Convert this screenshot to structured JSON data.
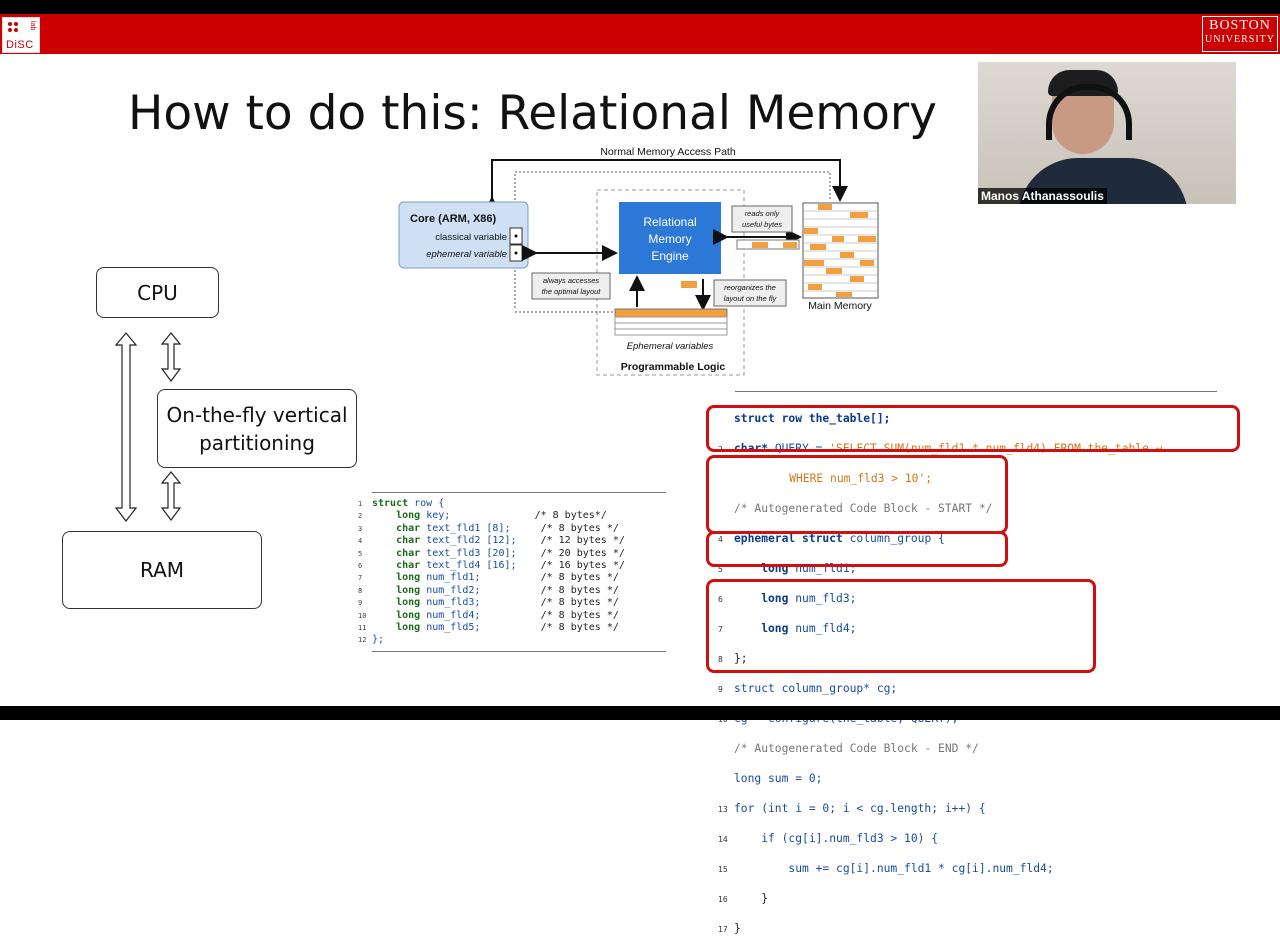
{
  "header": {
    "lab_logo_text": "DiSC",
    "lab_logo_side": "lab",
    "university_line1": "BOSTON",
    "university_line2": "UNIVERSITY"
  },
  "slide": {
    "title": "How to do this: Relational Memory"
  },
  "video": {
    "speaker_name": "Manos Athanassoulis"
  },
  "left_diagram": {
    "cpu_label": "CPU",
    "partition_label_line1": "On-the-fly vertical",
    "partition_label_line2": "partitioning",
    "ram_label": "RAM"
  },
  "arch_diagram": {
    "top_label": "Normal Memory Access Path",
    "core_title": "Core (ARM, X86)",
    "classical_var": "classical variable",
    "ephemeral_var": "ephemeral variable",
    "engine_label_1": "Relational",
    "engine_label_2": "Memory",
    "engine_label_3": "Engine",
    "reads_only_1": "reads only",
    "reads_only_2": "useful bytes",
    "always_accesses_1": "always accesses",
    "always_accesses_2": "the optimal layout",
    "reorganizes_1": "reorganizes the",
    "reorganizes_2": "layout on the fly",
    "ephemeral_variables": "Ephemeral variables",
    "programmable_logic": "Programmable Logic",
    "main_memory": "Main Memory"
  },
  "struct_code": {
    "lines": [
      {
        "n": "1",
        "kw": "struct",
        "rest": " row {",
        "cm": ""
      },
      {
        "n": "2",
        "kw": "    long",
        "rest": " key;",
        "cm": "              /* 8 bytes*/"
      },
      {
        "n": "3",
        "kw": "    char",
        "rest": " text_fld1 [8];",
        "cm": "     /* 8 bytes */"
      },
      {
        "n": "4",
        "kw": "    char",
        "rest": " text_fld2 [12];",
        "cm": "    /* 12 bytes */"
      },
      {
        "n": "5",
        "kw": "    char",
        "rest": " text_fld3 [20];",
        "cm": "    /* 20 bytes */"
      },
      {
        "n": "6",
        "kw": "    char",
        "rest": " text_fld4 [16];",
        "cm": "    /* 16 bytes */"
      },
      {
        "n": "7",
        "kw": "    long",
        "rest": " num_fld1;",
        "cm": "          /* 8 bytes */"
      },
      {
        "n": "8",
        "kw": "    long",
        "rest": " num_fld2;",
        "cm": "          /* 8 bytes */"
      },
      {
        "n": "9",
        "kw": "    long",
        "rest": " num_fld3;",
        "cm": "          /* 8 bytes */"
      },
      {
        "n": "10",
        "kw": "    long",
        "rest": " num_fld4;",
        "cm": "          /* 8 bytes */"
      },
      {
        "n": "11",
        "kw": "    long",
        "rest": " num_fld5;",
        "cm": "          /* 8 bytes */"
      },
      {
        "n": "12",
        "kw": "",
        "rest": "};",
        "cm": ""
      }
    ]
  },
  "query_code": {
    "l1": "struct row the_table[];",
    "l2_kw": "char*",
    "l2_a": " QUERY = ",
    "l2_str": "'SELECT SUM(num_fld1 * num_fld4) FROM the_table ↩",
    "l2b_str": "    WHERE num_fld3 > 10';",
    "l3": "/* Autogenerated Code Block - START */",
    "l4_kw": "ephemeral struct",
    "l4_rest": " column_group {",
    "l5_kw": "    long",
    "l5_rest": " num_fld1;",
    "l6_kw": "    long",
    "l6_rest": " num_fld3;",
    "l7_kw": "    long",
    "l7_rest": " num_fld4;",
    "l8": "};",
    "l9": "struct column_group* cg;",
    "l10": "cg = configure(the_table, QUERY);",
    "l11": "/* Autogenerated Code Block - END */",
    "l12": "long sum = 0;",
    "l13": "for (int i = 0; i < cg.length; i++) {",
    "l14": "    if (cg[i].num_fld3 > 10) {",
    "l15": "        sum += cg[i].num_fld1 * cg[i].num_fld4;",
    "l16": "    }",
    "l17": "}"
  },
  "colors": {
    "header_red": "#cc0000",
    "engine_blue": "#2b78d6",
    "core_fill": "#cfe0f5",
    "highlight_red": "#d01010",
    "memory_orange": "#f0a040"
  }
}
